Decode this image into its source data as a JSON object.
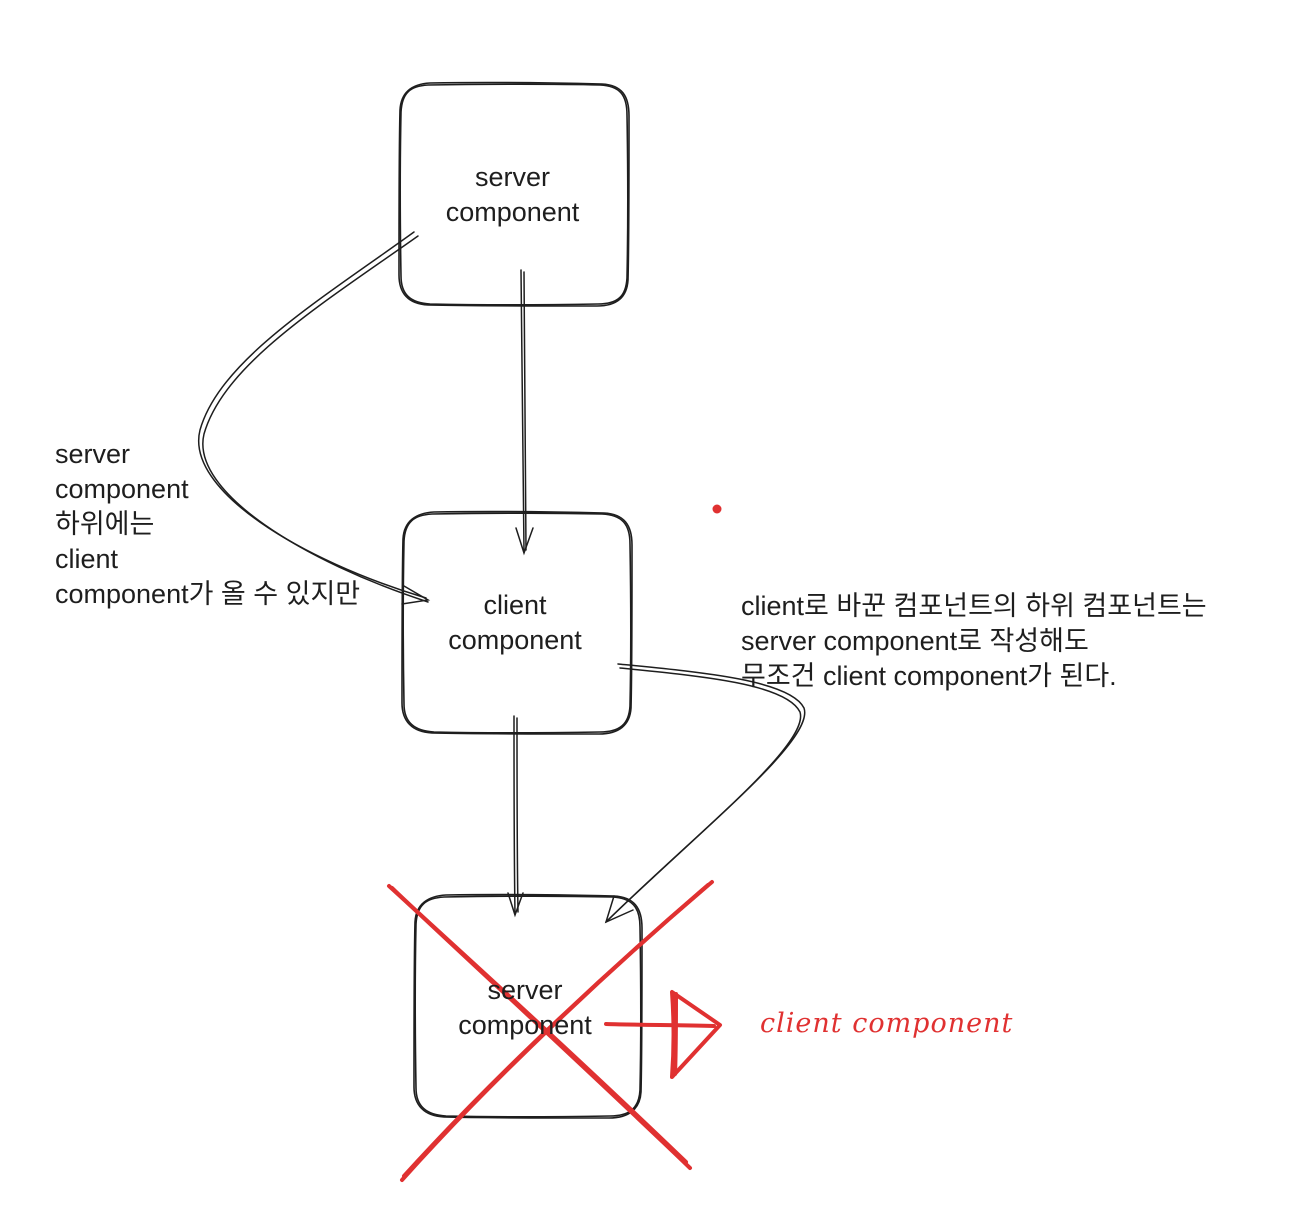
{
  "boxes": {
    "top": {
      "lines": [
        "server",
        "component"
      ]
    },
    "middle": {
      "lines": [
        "client",
        "component"
      ]
    },
    "bottom": {
      "lines": [
        "server",
        "component"
      ]
    }
  },
  "notes": {
    "left": {
      "lines": [
        "server",
        "component",
        "하위에는",
        "client",
        "component가 올 수 있지만"
      ]
    },
    "right": {
      "lines": [
        "client로 바꾼 컴포넌트의 하위 컴포넌트는",
        "server component로 작성해도",
        "무조건 client component가 된다."
      ]
    }
  },
  "replacement_label": "client component",
  "colors": {
    "stroke": "#1e1e1e",
    "accent_red": "#e03131",
    "background": "#ffffff"
  }
}
